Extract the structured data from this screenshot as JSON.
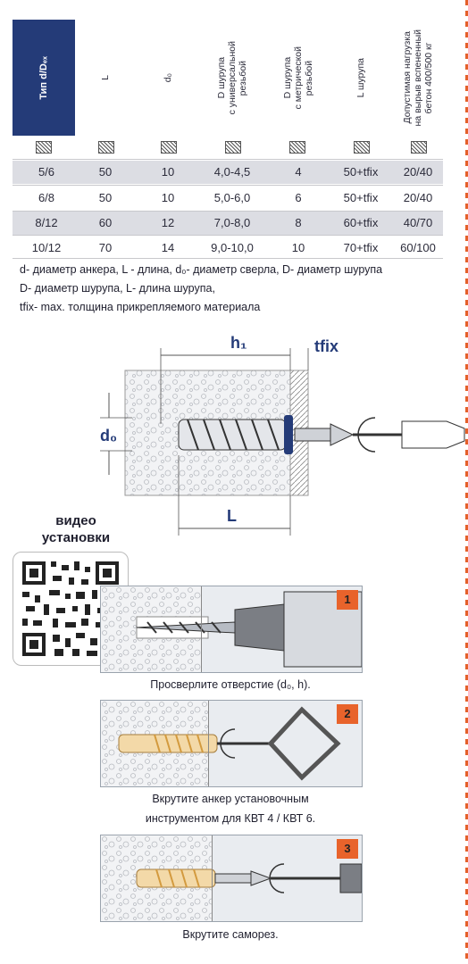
{
  "table": {
    "headers": [
      "Тип d/Dₑₓ",
      "L",
      "d₀",
      "D шурупа\nс универсальной\nрезьбой",
      "D шурупа\nс метрической\nрезьбой",
      "L шурупа",
      "Допустимая нагрузка\nна вырыв вспененный\nбетон 400/500 кг"
    ],
    "rows": [
      [
        "5/6",
        "50",
        "10",
        "4,0-4,5",
        "4",
        "50+tfix",
        "20/40"
      ],
      [
        "6/8",
        "50",
        "10",
        "5,0-6,0",
        "6",
        "50+tfix",
        "20/40"
      ],
      [
        "8/12",
        "60",
        "12",
        "7,0-8,0",
        "8",
        "60+tfix",
        "40/70"
      ],
      [
        "10/12",
        "70",
        "14",
        "9,0-10,0",
        "10",
        "70+tfix",
        "60/100"
      ]
    ]
  },
  "notes": [
    "d- диаметр анкера, L - длина, d₀- диаметр сверла, D- диаметр шурупа",
    "D- диаметр шурупа, L- длина шурупа,",
    "tfix- max. толщина прикрепляемого материала"
  ],
  "diagram": {
    "h1": "h₁",
    "tfix": "tfix",
    "d0": "d₀",
    "L": "L"
  },
  "video": {
    "label": "видео\nустановки"
  },
  "steps": [
    {
      "num": "1",
      "caption": "Просверлите отверстие (d₀, h)."
    },
    {
      "num": "2",
      "caption_line1": "Вкрутите анкер установочным",
      "caption_line2": "инструментом для КВТ 4 / КВТ 6."
    },
    {
      "num": "3",
      "caption": "Вкрутите саморез."
    }
  ],
  "colors": {
    "header_blue": "#243b78",
    "accent_orange": "#e8632b",
    "row_shade": "#dcdde3"
  }
}
